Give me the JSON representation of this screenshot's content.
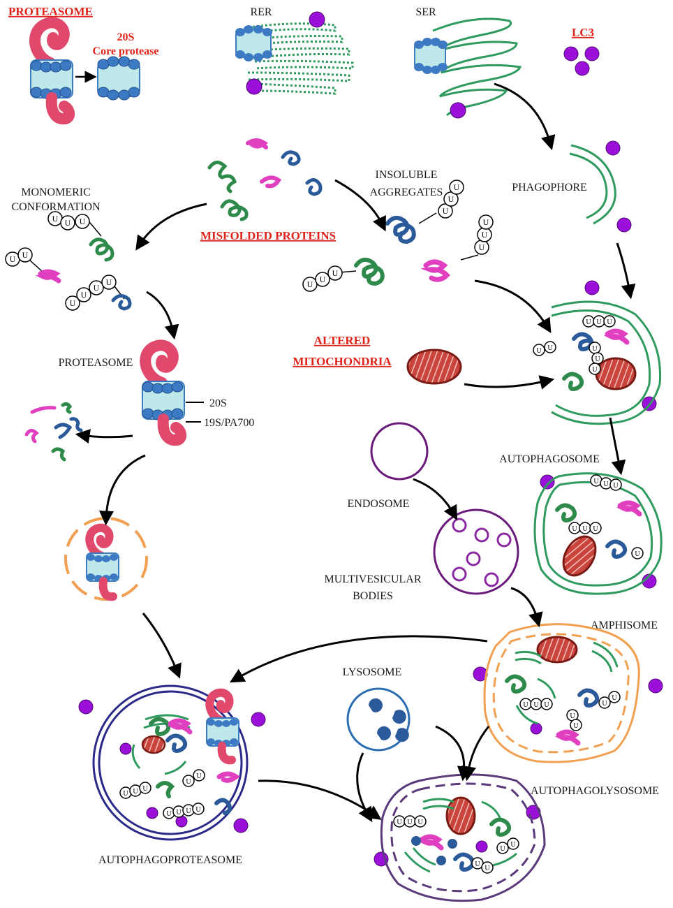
{
  "labels": {
    "proteasome_header": "PROTEASOME",
    "core_20s": "20S",
    "core_protease": "Core protease",
    "rer": "RER",
    "ser": "SER",
    "lc3": "LC3",
    "insoluble_1": "INSOLUBLE",
    "insoluble_2": "AGGREGATES",
    "phagophore": "PHAGOPHORE",
    "monomeric_1": "MONOMERIC",
    "monomeric_2": "CONFORMATION",
    "misfolded": "MISFOLDED PROTEINS",
    "altered_1": "ALTERED",
    "altered_2": "MITOCHONDRIA",
    "proteasome": "PROTEASOME",
    "s20": "20S",
    "s19": "19S/PA700",
    "autophagosome": "AUTOPHAGOSOME",
    "endosome": "ENDOSOME",
    "mvb_1": "MULTIVESICULAR",
    "mvb_2": "BODIES",
    "amphisome": "AMPHISOME",
    "lysosome": "LYSOSOME",
    "autophagolysosome": "AUTOPHAGOLYSOSOME",
    "autophagoproteasome": "AUTOPHAGOPROTEASOME",
    "ubiquitin": "U"
  },
  "colors": {
    "label_red": "#e0241b",
    "lc3_purple": "#9b10d8",
    "membrane_green": "#2e9a5e",
    "proteasome_pink": "#e0486c",
    "proteasome_blue": "#3d7ac4",
    "proteasome_cyan": "#bfe8ea",
    "mito_red": "#b8342c",
    "endosome_purple": "#6a1a7a",
    "amphisome_orange": "#f0a050",
    "lysosome_blue": "#2a6db0",
    "autophagoproteasome_navy": "#2a2a8a",
    "protein_magenta": "#e040c0",
    "protein_navy": "#2a5a9a",
    "protein_green": "#2e8a4a"
  }
}
